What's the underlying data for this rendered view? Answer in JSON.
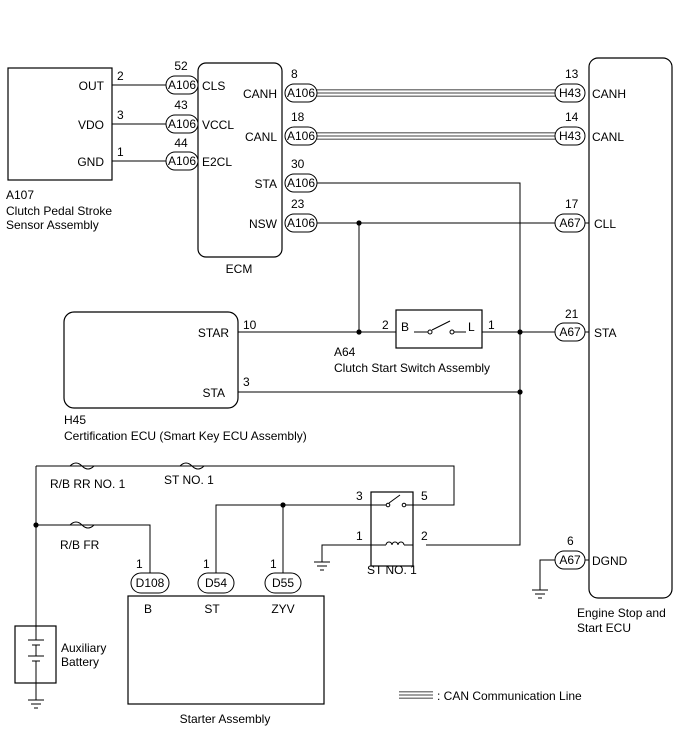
{
  "components": {
    "sensor": {
      "code": "A107",
      "name_line1": "Clutch Pedal Stroke",
      "name_line2": "Sensor Assembly",
      "pins": [
        "OUT",
        "VDO",
        "GND"
      ]
    },
    "ecm": {
      "name": "ECM",
      "left_pins": [
        "CLS",
        "VCCL",
        "E2CL"
      ],
      "right_pins": [
        "CANH",
        "CANL",
        "STA",
        "NSW"
      ]
    },
    "engine_ecu": {
      "name_line1": "Engine Stop and",
      "name_line2": "Start ECU",
      "pins": [
        "CANH",
        "CANL",
        "CLL",
        "STA",
        "DGND"
      ]
    },
    "cert_ecu": {
      "code": "H45",
      "name": "Certification ECU (Smart Key ECU Assembly)",
      "pins": [
        "STAR",
        "STA"
      ]
    },
    "clutch_switch": {
      "code": "A64",
      "name": "Clutch Start Switch Assembly",
      "term_left": "B",
      "term_right": "L"
    },
    "st_relay": {
      "name": "ST NO. 1"
    },
    "starter": {
      "name": "Starter Assembly",
      "pins": [
        "B",
        "ST",
        "ZYV"
      ]
    },
    "battery": {
      "name_line1": "Auxiliary",
      "name_line2": "Battery"
    }
  },
  "fuses": {
    "rr": "R/B RR NO. 1",
    "st": "ST NO. 1",
    "fr": "R/B FR"
  },
  "connectors": {
    "a106": "A106",
    "h43": "H43",
    "a67": "A67",
    "d108": "D108",
    "d54": "D54",
    "d55": "D55"
  },
  "pin_numbers": {
    "sensor": [
      "2",
      "3",
      "1"
    ],
    "ecm_left": [
      "52",
      "43",
      "44"
    ],
    "ecm_right": [
      "8",
      "18",
      "30",
      "23"
    ],
    "engine_ecu": [
      "13",
      "14",
      "17",
      "21",
      "6"
    ],
    "cert_ecu": [
      "10",
      "3"
    ],
    "clutch_switch": [
      "2",
      "1"
    ],
    "st_relay": [
      "3",
      "5",
      "1",
      "2"
    ],
    "starter": [
      "1",
      "1",
      "1"
    ]
  },
  "legend": {
    "can_line": ": CAN Communication Line"
  }
}
